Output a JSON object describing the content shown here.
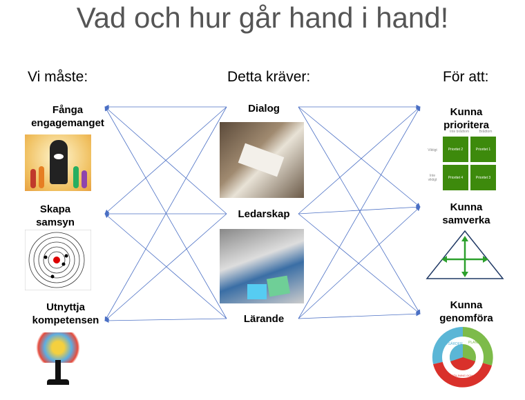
{
  "title": "Vad och hur går hand i hand!",
  "columns": {
    "left": "Vi måste:",
    "middle": "Detta kräver:",
    "right": "För att:"
  },
  "left_items": [
    "Fånga engagemanget",
    "Skapa samsyn",
    "Utnyttja kompetensen"
  ],
  "middle_items": [
    "Dialog",
    "Ledarskap",
    "Lärande"
  ],
  "right_items": [
    "Kunna prioritera",
    "Kunna samverka",
    "Kunna genomföra"
  ],
  "matrix": {
    "col_headers": [
      "Inte brådtom",
      "Brådtom"
    ],
    "row_headers": [
      "Viktigt",
      "Inte viktigt"
    ],
    "cells": [
      "Prioritet 2",
      "Prioritet 1",
      "Prioritet 4",
      "Prioritet 3"
    ]
  },
  "cycle": {
    "labels": [
      "ÅTGÄRDER",
      "PLANERING",
      "UPPFÖLJNING OCH ANALYS"
    ]
  },
  "colors": {
    "arrow": "#4a6fc4",
    "matrix": "#3d8a0c",
    "tri": "#1f3864",
    "arrows_green": "#2ca02c"
  }
}
